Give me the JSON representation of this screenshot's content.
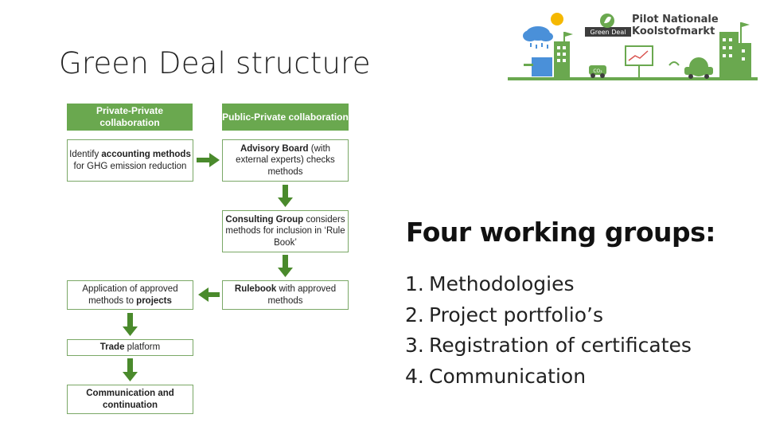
{
  "slide": {
    "title": "Green Deal structure"
  },
  "logo": {
    "line1": "Pilot Nationale",
    "line2": "Koolstofmarkt",
    "badge": "Green Deal",
    "co2": "CO₂"
  },
  "diagram": {
    "header_left": "Private-Private collaboration",
    "header_right": "Public-Private collaboration",
    "box_identify": {
      "pre": "Identify ",
      "bold": "accounting methods",
      "post": " for GHG emission reduction"
    },
    "box_advisory": {
      "bold": "Advisory Board",
      "post": " (with external experts) checks methods"
    },
    "box_consulting": {
      "bold": "Consulting Group",
      "post": " considers methods for inclusion in ‘Rule Book’"
    },
    "box_rulebook": {
      "bold": "Rulebook",
      "post": " with approved methods"
    },
    "box_application": {
      "pre": "Application of approved methods to ",
      "bold": "projects"
    },
    "box_trade": {
      "bold": "Trade",
      "post": " platform"
    },
    "box_communication": {
      "bold": "Communication and continuation"
    },
    "arrow_color": "#4a8a2c"
  },
  "working_groups": {
    "title": "Four working groups:",
    "items": [
      {
        "num": "1.",
        "label": "Methodologies"
      },
      {
        "num": "2.",
        "label": "Project portfolio’s"
      },
      {
        "num": "3.",
        "label": "Registration of certificates"
      },
      {
        "num": "4.",
        "label": "Communication"
      }
    ]
  }
}
